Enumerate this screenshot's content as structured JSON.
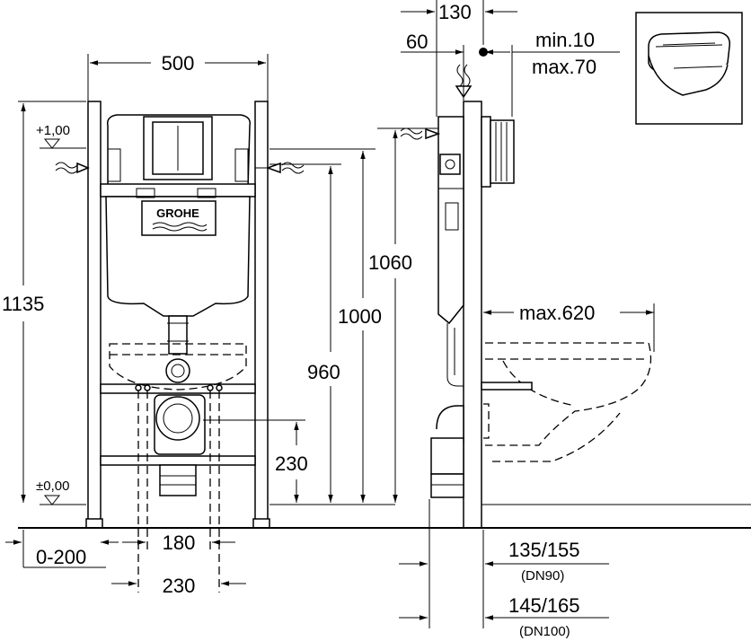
{
  "brand": {
    "logo_text": "GROHE"
  },
  "front_view": {
    "width_label": "500",
    "level_top_label": "+1,00",
    "level_floor_label": "±0,00",
    "total_height_label": "1135",
    "height_1060_label": "1060",
    "height_1000_label": "1000",
    "height_960_label": "960",
    "height_230_label": "230",
    "foot_adjust_label": "0-200",
    "spacing_180_label": "180",
    "spacing_230_label": "230"
  },
  "side_view": {
    "depth_130_label": "130",
    "offset_60_label": "60",
    "min_label": "min.10",
    "max_label": "max.70",
    "bowl_max_label": "max.620",
    "dn90_dim_label": "135/155",
    "dn90_label": "(DN90)",
    "dn100_dim_label": "145/165",
    "dn100_label": "(DN100)"
  }
}
